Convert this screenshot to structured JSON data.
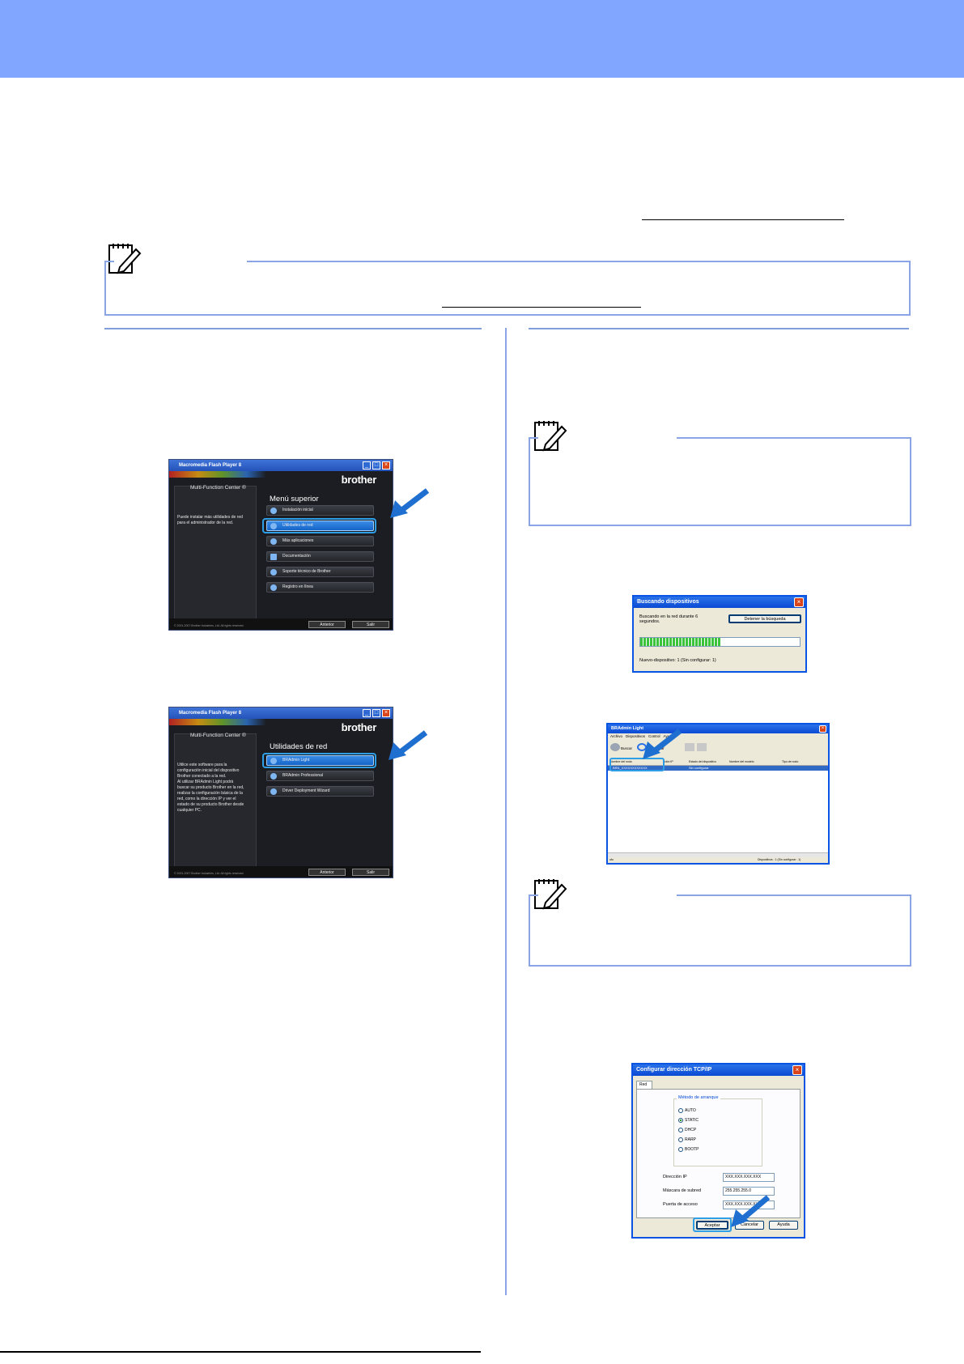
{
  "note_icon": "pencil-note-icon",
  "brother_window_1": {
    "title": "Macromedia Flash Player 8",
    "brand": "brother",
    "product": "Multi-Function Center ®",
    "menu_title": "Menú superior",
    "description": [
      "Puede instalar más utilidades de red",
      "para el administrador de la red."
    ],
    "items": [
      "Instalación inicial",
      "Utilidades de red",
      "Más aplicaciones",
      "Documentación",
      "Soporte técnico de Brother",
      "Registro en línea"
    ],
    "selected_index": 1,
    "copyright": "© 2001-2007 Brother Industries, Ltd. All rights reserved.",
    "back_label": "Anterior",
    "exit_label": "Salir"
  },
  "brother_window_2": {
    "title": "Macromedia Flash Player 8",
    "brand": "brother",
    "product": "Multi-Function Center ®",
    "menu_title": "Utilidades de red",
    "description": [
      "Utilice este software para la",
      "configuración inicial del dispositivo",
      "Brother conectado a la red.",
      "Al utilizar BRAdmin Light podrá",
      "buscar su producto Brother en la red,",
      "realizar la configuración básica de la",
      "red, como la dirección IP y ver el",
      "estado de su producto Brother desde",
      "cualquier PC."
    ],
    "items": [
      "BRAdmin Light",
      "BRAdmin Professional",
      "Driver Deployment Wizard"
    ],
    "selected_index": 0,
    "copyright": "© 2001-2007 Brother Industries, Ltd. All rights reserved.",
    "back_label": "Anterior",
    "exit_label": "Salir"
  },
  "search_dialog": {
    "title": "Buscando dispositivos",
    "message_line1": "Buscando en la red durante 6",
    "message_line2": "segundos.",
    "stop_button": "Detener la búsqueda",
    "progress": 0.5,
    "status": "Nuevo-dispositivo: 1 (Sin configurar: 1)"
  },
  "bradmin_window": {
    "title": "BRAdmin Light",
    "menus": [
      "Archivo",
      "Dispositivos",
      "Control",
      "Ayuda"
    ],
    "toolbar": [
      "Buscar",
      "Actualizar"
    ],
    "columns": [
      "Nombre del nodo",
      "ción IP",
      "Estado del dispositivo",
      "Nombre del modelo",
      "Tipo de nodo"
    ],
    "row": {
      "node": "BRN_XXXXXXXXXXXX",
      "status": "Sin configurar"
    },
    "status_left": "uto",
    "status_right": "Dispositivos : 1 (Sin configurar : 1)"
  },
  "tcpip_dialog": {
    "title": "Configurar dirección TCP/IP",
    "tab": "Red",
    "group_label": "Método de arranque",
    "options": [
      "AUTO",
      "STATIC",
      "DHCP",
      "RARP",
      "BOOTP"
    ],
    "selected_index": 1,
    "ip_label": "Dirección IP",
    "ip_value": "XXX.XXX.XXX.XXX",
    "mask_label": "Máscara de subred",
    "mask_value": "255.255.255.0",
    "gateway_label": "Puerta de acceso",
    "gateway_value": "XXX.XXX.XXX.XXX",
    "ok_button": "Aceptar",
    "cancel_button": "Cancelar",
    "help_button": "Ayuda"
  }
}
